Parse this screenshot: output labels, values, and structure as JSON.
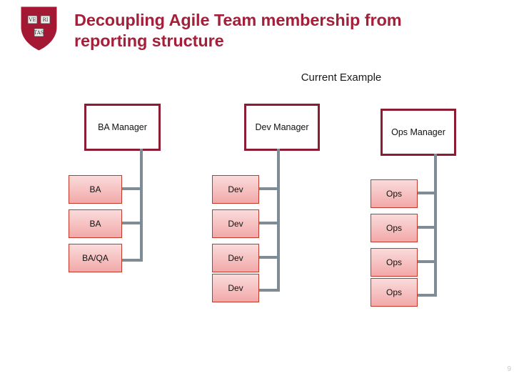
{
  "header": {
    "title": "Decoupling Agile Team membership from reporting structure",
    "logo_name": "harvard-veritas-shield",
    "logo_text_top_left": "VE",
    "logo_text_top_right": "RI",
    "logo_text_bottom": "TAS",
    "title_color": "#A4203A",
    "shield_color": "#A41834"
  },
  "diagram": {
    "caption": "Current Example",
    "manager_border_color": "#8C1C32",
    "staff_border_color": "#C0392B",
    "staff_fill_top": "#FADBDB",
    "staff_fill_bottom": "#F2A8A8",
    "connector_color": "#7E8C96",
    "columns": [
      {
        "id": "ba-column",
        "manager": "BA Manager",
        "reports": [
          "BA",
          "BA",
          "BA/QA"
        ]
      },
      {
        "id": "dev-column",
        "manager": "Dev Manager",
        "reports": [
          "Dev",
          "Dev",
          "Dev",
          "Dev"
        ]
      },
      {
        "id": "ops-column",
        "manager": "Ops Manager",
        "reports": [
          "Ops",
          "Ops",
          "Ops",
          "Ops"
        ]
      }
    ]
  },
  "footer": {
    "page_number": "9"
  }
}
